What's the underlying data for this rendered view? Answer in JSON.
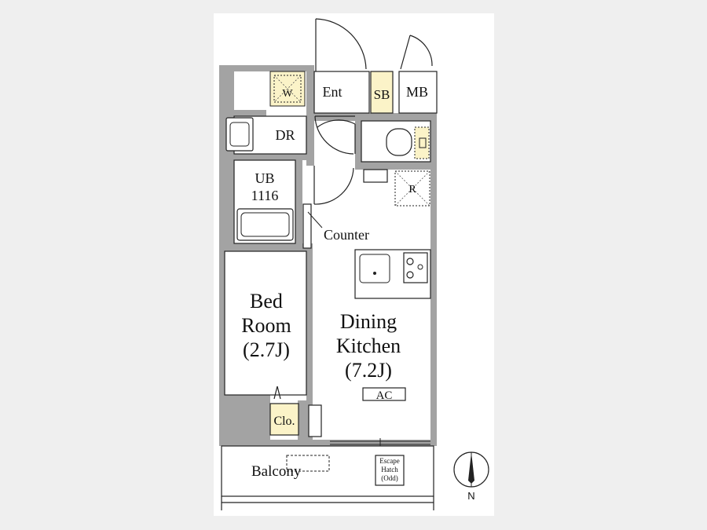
{
  "plan": {
    "labels": {
      "washer": "W",
      "entrance": "Ent",
      "shoe_box": "SB",
      "meter_box": "MB",
      "dressing_room": "DR",
      "unit_bath_line1": "UB",
      "unit_bath_line2": "1116",
      "refrigerator": "R",
      "counter": "Counter",
      "bedroom_line1": "Bed",
      "bedroom_line2": "Room",
      "bedroom_line3": "(2.7J)",
      "dk_line1": "Dining",
      "dk_line2": "Kitchen",
      "dk_line3": "(7.2J)",
      "aircon": "AC",
      "closet": "Clo.",
      "balcony": "Balcony",
      "escape_line1": "Escape",
      "escape_line2": "Hatch",
      "escape_line3": "(Odd)",
      "north": "N"
    },
    "colors": {
      "wall": "#a3a3a3",
      "storage_fill": "#fbf3c8",
      "background": "#efefef",
      "line": "#222222"
    }
  }
}
